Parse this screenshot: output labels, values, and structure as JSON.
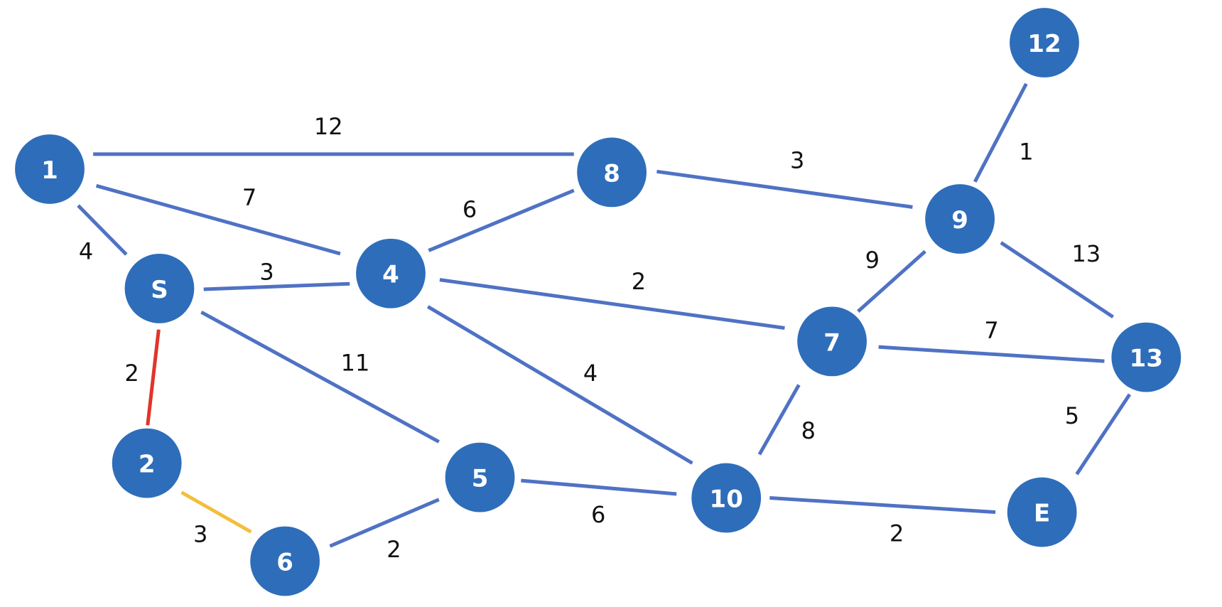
{
  "colors": {
    "node_fill": "#2E6DBA",
    "edge_default": "#4F72C4",
    "edge_highlight_red": "#E0352B",
    "edge_highlight_yellow": "#F2BE3C"
  },
  "nodes": [
    {
      "id": "1",
      "label": "1"
    },
    {
      "id": "S",
      "label": "S"
    },
    {
      "id": "2",
      "label": "2"
    },
    {
      "id": "6",
      "label": "6"
    },
    {
      "id": "4",
      "label": "4"
    },
    {
      "id": "5",
      "label": "5"
    },
    {
      "id": "8",
      "label": "8"
    },
    {
      "id": "10",
      "label": "10"
    },
    {
      "id": "7",
      "label": "7"
    },
    {
      "id": "9",
      "label": "9"
    },
    {
      "id": "12",
      "label": "12"
    },
    {
      "id": "13",
      "label": "13"
    },
    {
      "id": "E",
      "label": "E"
    }
  ],
  "edges": [
    {
      "from": "1",
      "to": "8",
      "weight": "12",
      "highlight": "none"
    },
    {
      "from": "1",
      "to": "4",
      "weight": "7",
      "highlight": "none"
    },
    {
      "from": "1",
      "to": "S",
      "weight": "4",
      "highlight": "none"
    },
    {
      "from": "S",
      "to": "4",
      "weight": "3",
      "highlight": "none"
    },
    {
      "from": "S",
      "to": "2",
      "weight": "2",
      "highlight": "red"
    },
    {
      "from": "S",
      "to": "5",
      "weight": "11",
      "highlight": "none"
    },
    {
      "from": "2",
      "to": "6",
      "weight": "3",
      "highlight": "yellow"
    },
    {
      "from": "6",
      "to": "5",
      "weight": "2",
      "highlight": "none"
    },
    {
      "from": "4",
      "to": "8",
      "weight": "6",
      "highlight": "none"
    },
    {
      "from": "4",
      "to": "7",
      "weight": "2",
      "highlight": "none"
    },
    {
      "from": "4",
      "to": "10",
      "weight": "4",
      "highlight": "none"
    },
    {
      "from": "5",
      "to": "10",
      "weight": "6",
      "highlight": "none"
    },
    {
      "from": "8",
      "to": "9",
      "weight": "3",
      "highlight": "none"
    },
    {
      "from": "9",
      "to": "12",
      "weight": "1",
      "highlight": "none"
    },
    {
      "from": "9",
      "to": "7",
      "weight": "9",
      "highlight": "none"
    },
    {
      "from": "9",
      "to": "13",
      "weight": "13",
      "highlight": "none"
    },
    {
      "from": "7",
      "to": "13",
      "weight": "7",
      "highlight": "none"
    },
    {
      "from": "7",
      "to": "10",
      "weight": "8",
      "highlight": "none"
    },
    {
      "from": "10",
      "to": "E",
      "weight": "2",
      "highlight": "none"
    },
    {
      "from": "13",
      "to": "E",
      "weight": "5",
      "highlight": "none"
    }
  ]
}
